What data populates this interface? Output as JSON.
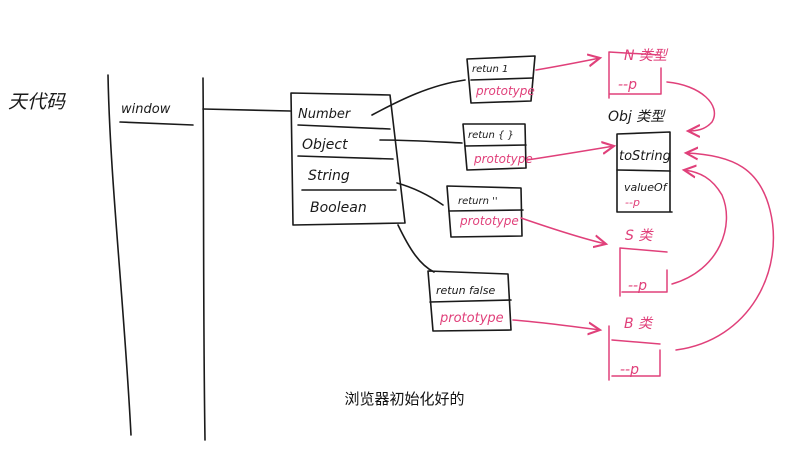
{
  "labels": {
    "title": "天代码",
    "window": "window",
    "builtins": [
      "Number",
      "Object",
      "String",
      "Boolean"
    ],
    "returns": [
      "retun 1",
      "retun { }",
      "return ''",
      "retun false"
    ],
    "prototype": "prototype",
    "proto_short": "--p",
    "n_proto": "N 类型",
    "obj_proto": "Obj 类型",
    "to_string": "toString",
    "value_of": "valueOf",
    "s_proto": "S 类",
    "b_proto": "B 类"
  },
  "caption": "浏览器初始化好的"
}
